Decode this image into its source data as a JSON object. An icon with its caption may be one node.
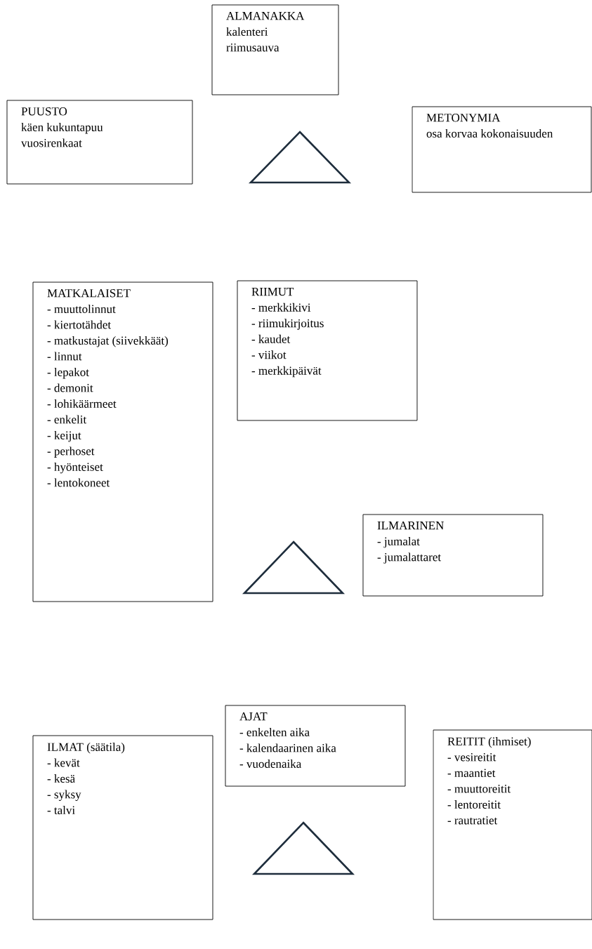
{
  "diagram": {
    "nodes": [
      {
        "text": [
          "ALMANAKKA",
          "kalenteri",
          "riimusauva"
        ]
      },
      {
        "text": [
          "PUUSTO",
          "käen kukuntapuu",
          "vuosirenkaat"
        ]
      },
      {
        "text": [],
        "shape": "triangle"
      },
      {
        "text": [
          "METONYMIA",
          "osa korvaa kokonaisuuden"
        ]
      },
      {
        "text": [
          "MATKALAISET",
          "- muuttolinnut",
          "- kiertotähdet",
          "- matkustajat (siivekkäät)",
          "- linnut",
          "- lepakot",
          "- demonit",
          "- lohikäärmeet",
          "- enkelit",
          "- keijut",
          "- perhoset",
          "- hyönteiset",
          "- lentokoneet"
        ]
      },
      {
        "text": [
          "RIIMUT",
          "- merkkikivi",
          "- riimukirjoitus",
          "- kaudet",
          "- viikot",
          "- merkkipäivät"
        ]
      },
      {
        "text": [
          "ILMARINEN",
          "- jumalat",
          "- jumalattaret"
        ]
      },
      {
        "text": [],
        "shape": "triangle"
      },
      {
        "text": [
          "AJAT",
          "- enkelten aika",
          "- kalendaarinen aika",
          "- vuodenaika"
        ]
      },
      {
        "text": [
          "ILMAT (säätila)",
          "- kevät",
          "- kesä",
          "- syksy",
          "- talvi"
        ]
      },
      {
        "text": [],
        "shape": "triangle"
      },
      {
        "text": [
          "REITIT (ihmiset)",
          "- vesireitit",
          "- maantiet",
          "- muuttoreitit",
          "- lentoreitit",
          "- rautratiet"
        ]
      }
    ]
  }
}
